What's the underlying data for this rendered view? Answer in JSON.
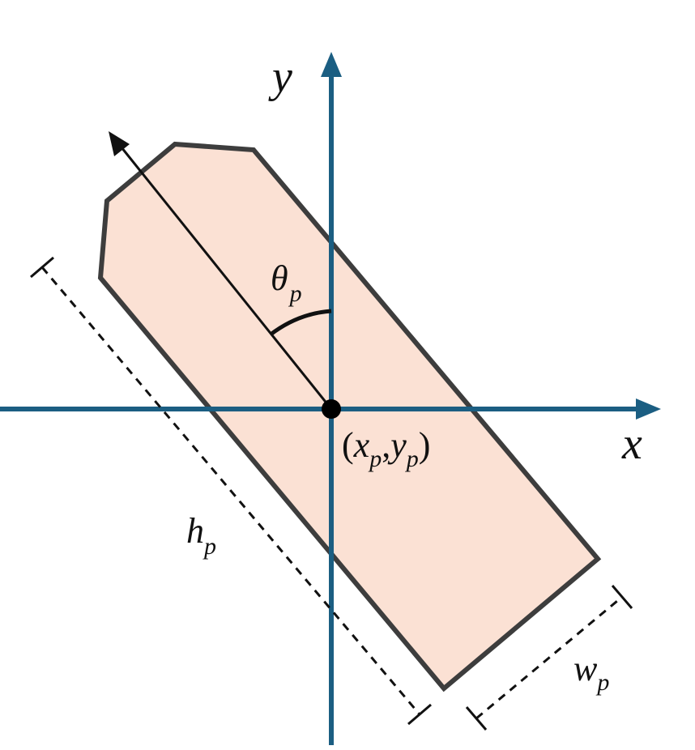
{
  "labels": {
    "y_axis": "y",
    "x_axis": "x",
    "angle": {
      "main": "θ",
      "sub": "p"
    },
    "origin": {
      "open": "(",
      "x_main": "x",
      "x_sub": "p",
      "comma": ",",
      "y_main": "y",
      "y_sub": "p",
      "close": ")"
    },
    "length": {
      "main": "h",
      "sub": "p"
    },
    "width": {
      "main": "w",
      "sub": "p"
    }
  },
  "colors": {
    "axis": "#1b5e82",
    "shape_fill": "#fbe1d4",
    "shape_stroke": "#3d3d3d",
    "arrow": "#111111"
  }
}
